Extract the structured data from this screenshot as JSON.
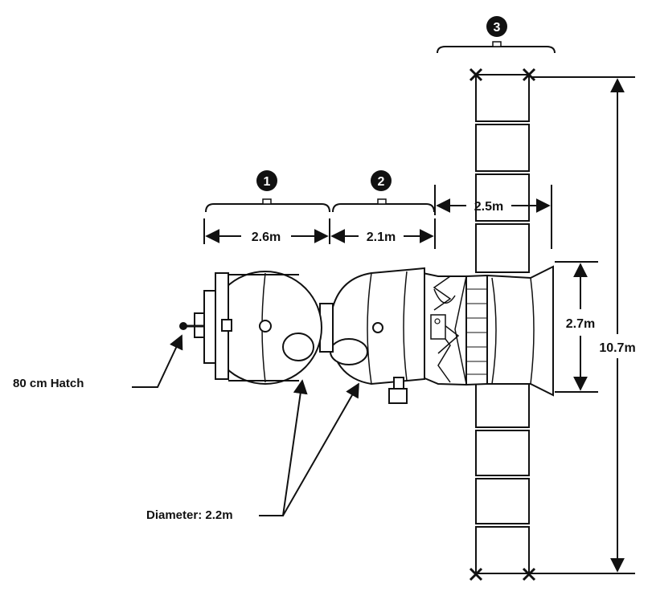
{
  "markers": [
    {
      "number": "1"
    },
    {
      "number": "2"
    },
    {
      "number": "3"
    }
  ],
  "dimensions": {
    "orbital_module_length": "2.6m",
    "descent_module_length": "2.1m",
    "service_module_length": "2.5m",
    "service_module_diameter": "2.7m",
    "solar_array_span": "10.7m"
  },
  "callouts": {
    "hatch": "80 cm Hatch",
    "diameter": "Diameter: 2.2m"
  },
  "colors": {
    "ink": "#111111",
    "paper": "#ffffff"
  }
}
